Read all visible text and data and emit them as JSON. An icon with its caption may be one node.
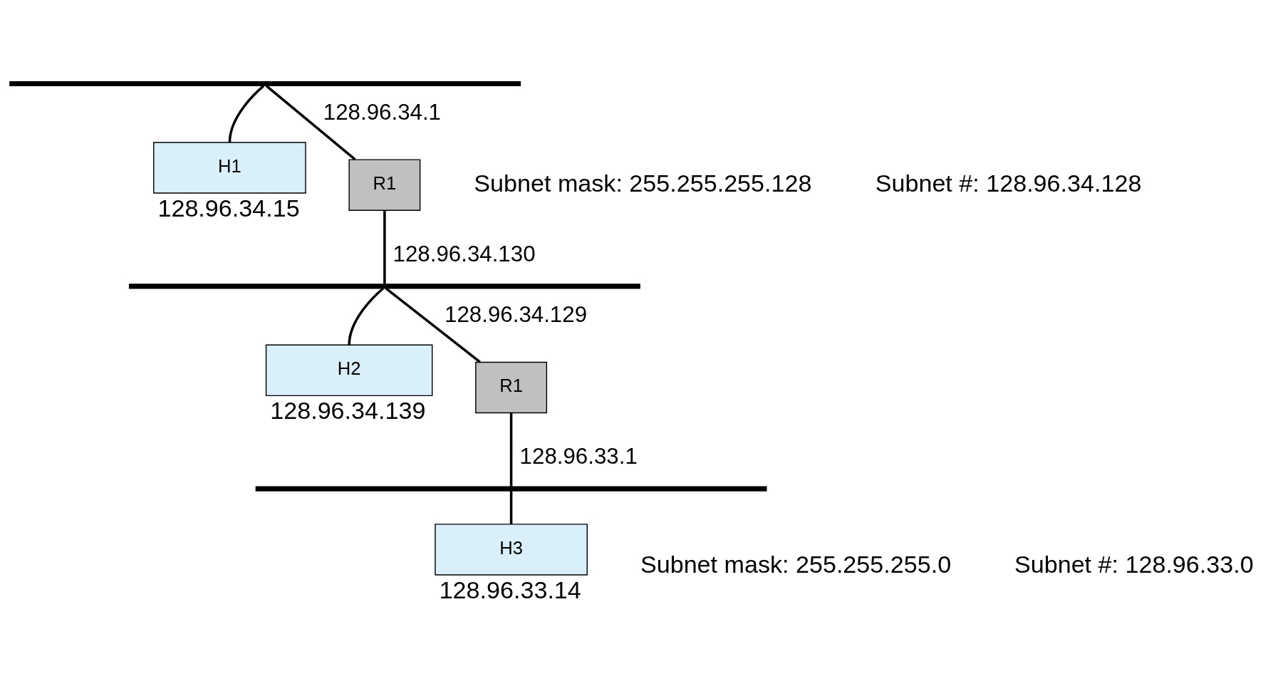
{
  "diagram": {
    "nodes": [
      {
        "text": [],
        "shape": "bar"
      },
      {
        "text": [
          "H1"
        ],
        "beside": [
          "128.96.34.15"
        ]
      },
      {
        "text": [
          "R1"
        ]
      },
      {
        "text": [],
        "shape": "bar"
      },
      {
        "text": [
          "H2"
        ],
        "beside": [
          "128.96.34.139"
        ]
      },
      {
        "text": [
          "R1"
        ]
      },
      {
        "text": [],
        "shape": "bar"
      },
      {
        "text": [
          "H3"
        ],
        "beside": [
          "128.96.33.14"
        ]
      }
    ],
    "edges": [
      {
        "from": 0,
        "to": 1,
        "arrow": "none"
      },
      {
        "from": 0,
        "to": 2,
        "arrow": "none",
        "label": "128.96.34.1"
      },
      {
        "from": 2,
        "to": 3,
        "arrow": "none",
        "label": "128.96.34.130"
      },
      {
        "from": 3,
        "to": 5,
        "arrow": "none",
        "label": "128.96.34.129"
      },
      {
        "from": 3,
        "to": 4,
        "arrow": "none"
      },
      {
        "from": 5,
        "to": 6,
        "arrow": "none",
        "label": "128.96.33.1"
      },
      {
        "from": 6,
        "to": 7,
        "arrow": "none"
      }
    ],
    "labels": [
      "Subnet mask: 255.255.255.128",
      "Subnet #: 128.96.34.128",
      "Subnet mask: 255.255.255.0",
      "Subnet #: 128.96.33.0"
    ]
  }
}
